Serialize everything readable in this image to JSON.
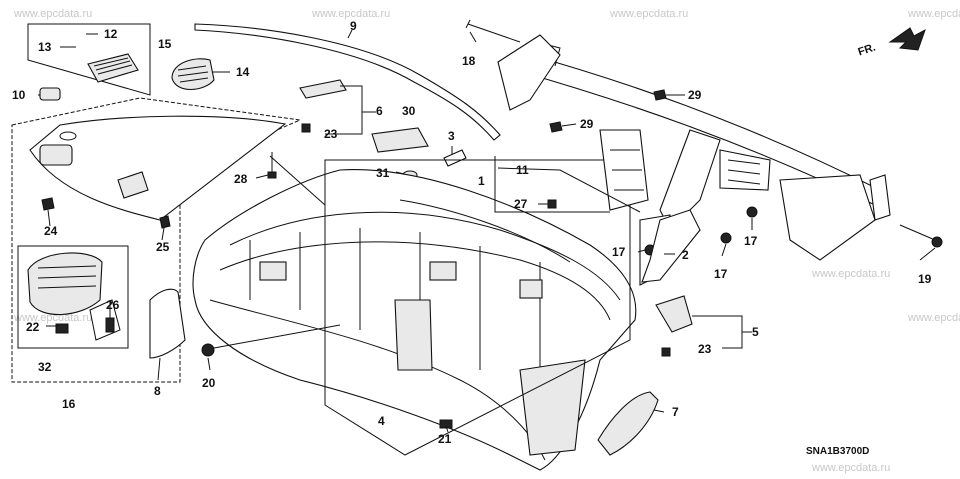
{
  "watermark": "www.epcdata.ru",
  "diagram_code": "SNA1B3700D",
  "direction_label": "FR.",
  "callouts": {
    "c1": "1",
    "c2": "2",
    "c3": "3",
    "c4": "4",
    "c5": "5",
    "c6": "6",
    "c7": "7",
    "c8": "8",
    "c9": "9",
    "c10": "10",
    "c11": "11",
    "c12": "12",
    "c13": "13",
    "c14": "14",
    "c15": "15",
    "c16": "16",
    "c17a": "17",
    "c17b": "17",
    "c17c": "17",
    "c18": "18",
    "c19": "19",
    "c20": "20",
    "c21": "21",
    "c22": "22",
    "c23a": "23",
    "c23b": "23",
    "c24": "24",
    "c25": "25",
    "c26": "26",
    "c27": "27",
    "c28": "28",
    "c29a": "29",
    "c29b": "29",
    "c30": "30",
    "c31": "31",
    "c32": "32"
  }
}
